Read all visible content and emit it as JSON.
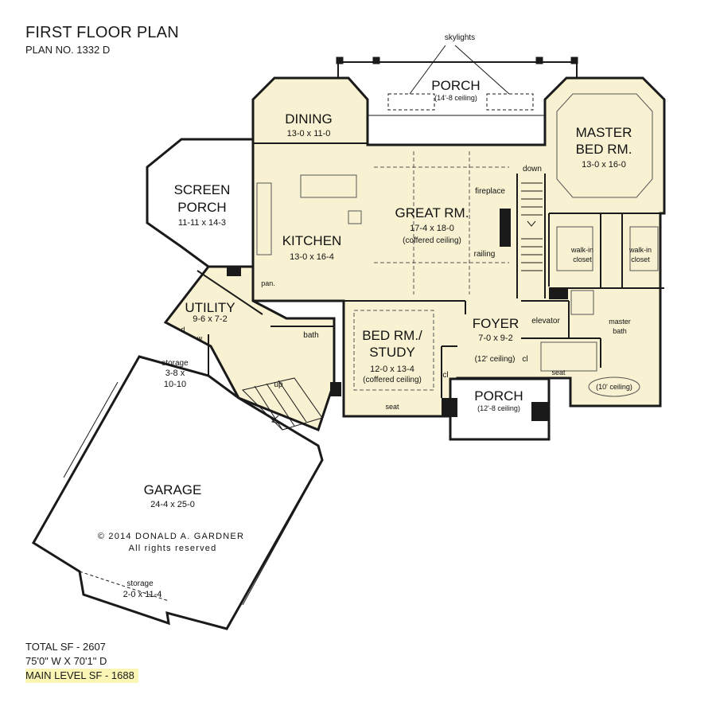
{
  "header": {
    "title": "FIRST FLOOR PLAN",
    "plan_no": "PLAN NO. 1332 D"
  },
  "rooms": {
    "porch_rear": {
      "name": "PORCH",
      "ceiling": "(14'-8 ceiling)"
    },
    "skylights": "skylights",
    "dining": {
      "name": "DINING",
      "dims": "13-0  x  11-0"
    },
    "master_bed": {
      "name1": "MASTER",
      "name2": "BED RM.",
      "dims": "13-0  x  16-0"
    },
    "screen_porch": {
      "name1": "SCREEN",
      "name2": "PORCH",
      "dims": "11-11  x  14-3"
    },
    "great_room": {
      "name": "GREAT RM.",
      "dims": "17-4  x  18-0",
      "ceiling": "(coffered ceiling)"
    },
    "kitchen": {
      "name": "KITCHEN",
      "dims": "13-0  x  16-4"
    },
    "fireplace": "fireplace",
    "down": "down",
    "railing": "railing",
    "walkin_left": {
      "l1": "walk-in",
      "l2": "closet"
    },
    "walkin_right": {
      "l1": "walk-in",
      "l2": "closet"
    },
    "pantry": "pan.",
    "utility": {
      "name": "UTILITY",
      "dims": "9-6  x  7-2"
    },
    "utility_d": "d",
    "utility_w": "w",
    "bath": "bath",
    "storage_top": {
      "name": "storage",
      "d1": "3-8  x",
      "d2": "10-10"
    },
    "bed_study": {
      "name1": "BED  RM./",
      "name2": "STUDY",
      "dims": "12-0  x  13-4",
      "ceiling": "(coffered ceiling)"
    },
    "closet_study": "cl",
    "foyer": {
      "name": "FOYER",
      "dims": "7-0  x  9-2",
      "ceiling": "(12' ceiling)",
      "closet": "cl"
    },
    "elevator": "elevator",
    "master_bath": {
      "l1": "master",
      "l2": "bath",
      "ceiling": "(10' ceiling)"
    },
    "seat_bath": "seat",
    "seat_study": "seat",
    "porch_front": {
      "name": "PORCH",
      "ceiling": "(12'-8 ceiling)"
    },
    "up": "up",
    "garage": {
      "name": "GARAGE",
      "dims": "24-4  x  25-0"
    },
    "copyright": "©  2014  DONALD  A.  GARDNER",
    "rights": "All  rights  reserved",
    "storage_bottom": {
      "name": "storage",
      "dims": "2-0  x  11-4"
    }
  },
  "footer": {
    "total_sf": "TOTAL SF - 2607",
    "dimensions": "75'0\" W X 70'1\" D",
    "main_level": "MAIN LEVEL SF - 1688"
  },
  "colors": {
    "floor_fill": "#f8f2d2",
    "wall": "#1a1a1a",
    "highlight": "#fbf6b5"
  }
}
